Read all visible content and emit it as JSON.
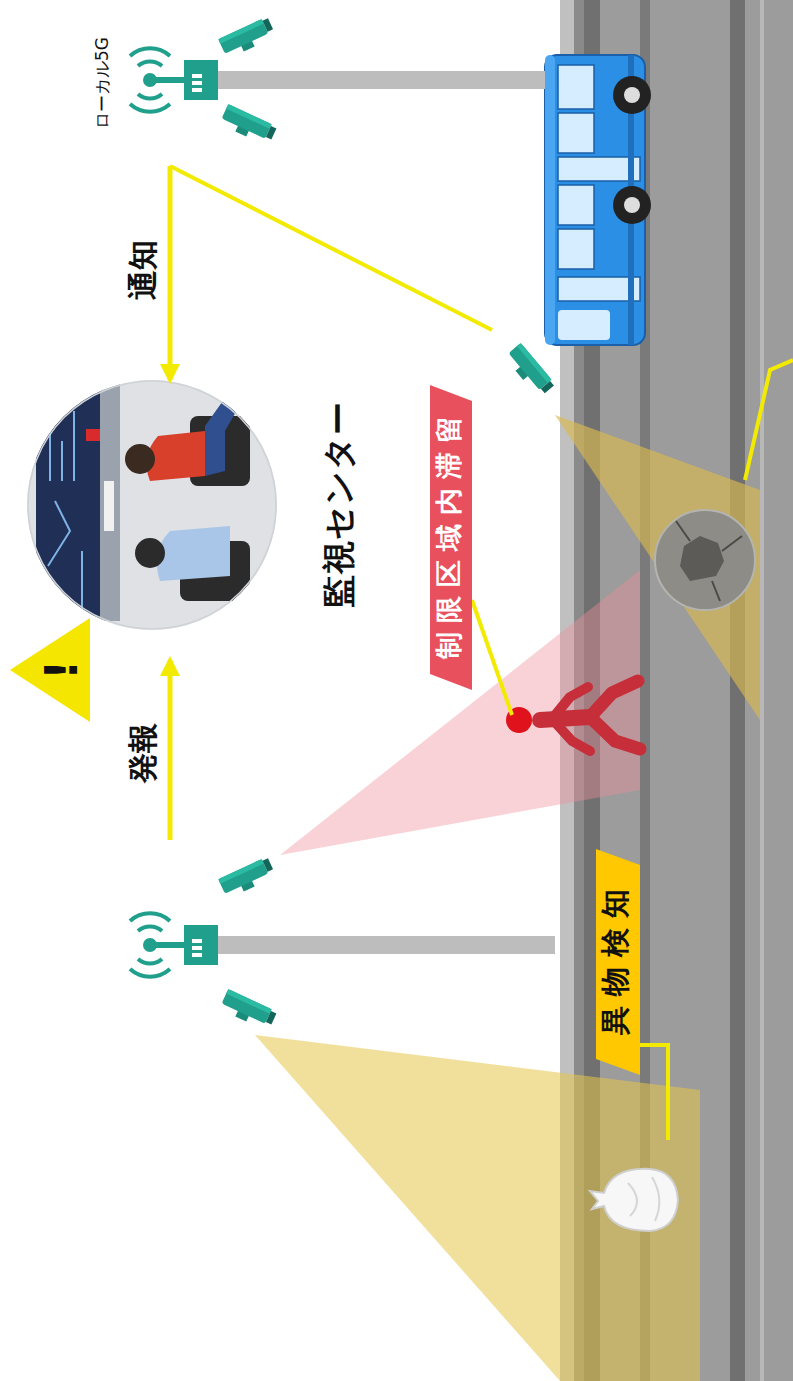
{
  "diagram": {
    "nodes": [
      {
        "text": [
          "ローカル5G"
        ]
      },
      {
        "text": [
          "監視センター"
        ]
      },
      {
        "text": [
          "制限区域内滞留"
        ]
      },
      {
        "text": [
          "異物検知"
        ]
      }
    ],
    "edges": [
      {
        "from": 0,
        "to": 1,
        "arrow": "to",
        "label": "通知"
      }
    ],
    "labels": [
      "発報",
      "!"
    ]
  }
}
